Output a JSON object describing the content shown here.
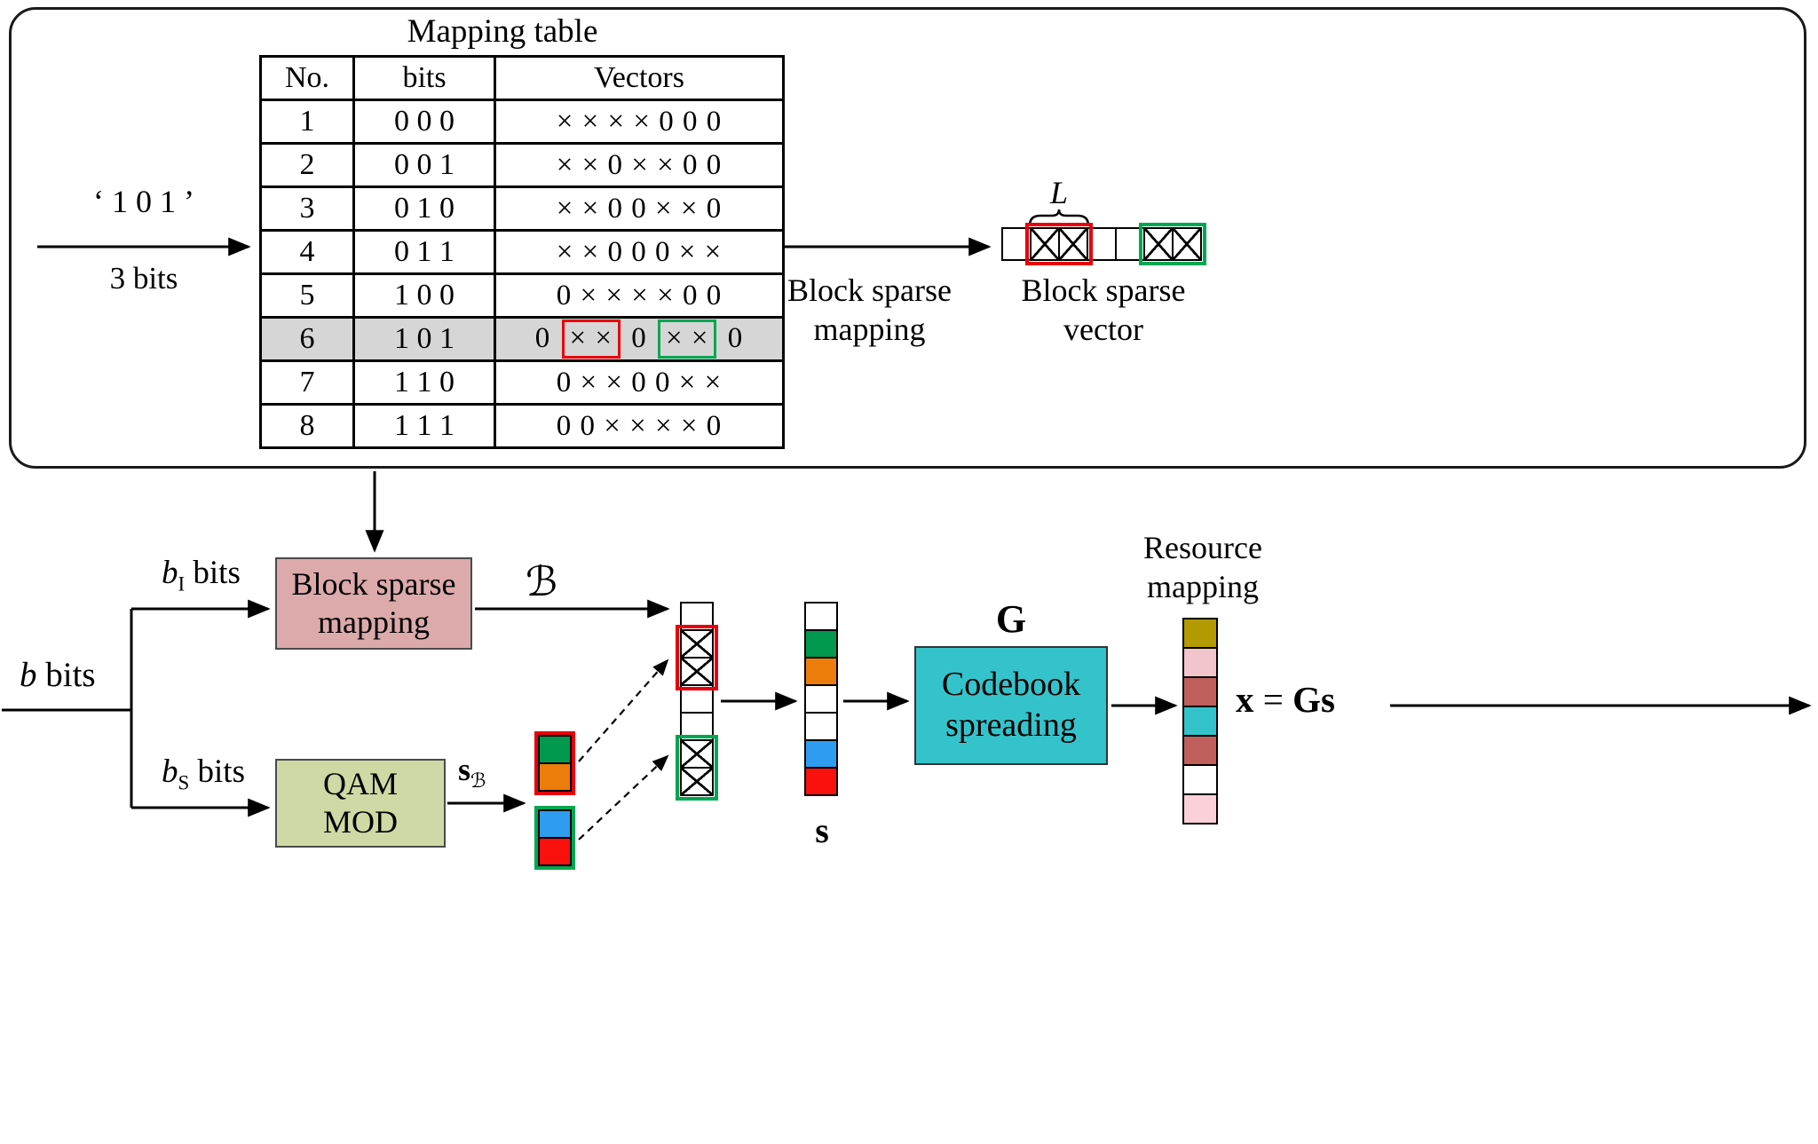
{
  "top_panel": {
    "title": "Mapping table",
    "input": {
      "label": "‘ 1 0 1 ’",
      "sublabel": "3 bits"
    },
    "table": {
      "headers": [
        "No.",
        "bits",
        "Vectors"
      ],
      "rows": [
        {
          "no": "1",
          "bits": "0 0 0",
          "vector": "× × × × 0 0 0",
          "highlight": false
        },
        {
          "no": "2",
          "bits": "0 0 1",
          "vector": "× × 0 × × 0 0",
          "highlight": false
        },
        {
          "no": "3",
          "bits": "0 1 0",
          "vector": "× × 0 0 × × 0",
          "highlight": false
        },
        {
          "no": "4",
          "bits": "0 1 1",
          "vector": "× × 0 0 0 × ×",
          "highlight": false
        },
        {
          "no": "5",
          "bits": "1 0 0",
          "vector": "0 × × × × 0 0",
          "highlight": false
        },
        {
          "no": "6",
          "bits": "1 0 1",
          "highlight": true,
          "vector_parts": [
            {
              "text": "0"
            },
            {
              "text": "× ×",
              "box": "red"
            },
            {
              "text": "0"
            },
            {
              "text": "× ×",
              "box": "green"
            },
            {
              "text": "0"
            }
          ]
        },
        {
          "no": "7",
          "bits": "1 1 0",
          "vector": "0 × × 0 0 × ×",
          "highlight": false
        },
        {
          "no": "8",
          "bits": "1 1 1",
          "vector": "0 0 × × × × 0",
          "highlight": false
        }
      ]
    },
    "arrow_caption": {
      "line1": "Block sparse",
      "line2": "mapping"
    },
    "vector_caption": {
      "line1": "Block sparse",
      "line2": "vector"
    },
    "L_label": "L",
    "sparse_vector_pattern": [
      "empty",
      "x",
      "x",
      "empty",
      "empty",
      "x",
      "x"
    ]
  },
  "flow": {
    "b_bits": {
      "prefix": "b",
      "suffix": " bits"
    },
    "bI_bits": {
      "prefix": "b",
      "sub": "I",
      "suffix": " bits"
    },
    "bS_bits": {
      "prefix": "b",
      "sub": "S",
      "suffix": " bits"
    },
    "block_sparse_box": {
      "line1": "Block sparse",
      "line2": "mapping"
    },
    "qam_box": {
      "line1": "QAM",
      "line2": "MOD"
    },
    "codebook_box": {
      "line1": "Codebook",
      "line2": "spreading"
    },
    "B_label": "ℬ",
    "sB_label": {
      "prefix": "s",
      "sub": "ℬ"
    },
    "G_label": "G",
    "s_label": "s",
    "resource_caption": {
      "line1": "Resource",
      "line2": "mapping"
    },
    "output_eq": {
      "lhs": "x",
      "eq": " = ",
      "rhs": "Gs"
    },
    "qam_vector": {
      "red_group": [
        "#00994d",
        "#ec7d0c"
      ],
      "green_group": [
        "#2e9df0",
        "#fa100c"
      ]
    },
    "crossed_vector_pattern": [
      "empty",
      "x",
      "x",
      "empty",
      "empty",
      "x",
      "x"
    ],
    "s_vector": [
      "#ffffff",
      "#00994d",
      "#ec7d0c",
      "#ffffff",
      "#ffffff",
      "#2e9df0",
      "#fa100c"
    ],
    "resource_vector": [
      "#b29a00",
      "#f2c4cc",
      "#c05f5c",
      "#35c3cb",
      "#c05f5c",
      "#ffffff",
      "#fbd0d8"
    ]
  },
  "colors": {
    "red_outline": "#e8000b",
    "green_outline": "#00a651",
    "row_highlight": "#d6d6d6",
    "block_sparse_box_fill": "#dcaaab",
    "qam_box_fill": "#ced9a5",
    "codebook_box_fill": "#35c3cb"
  }
}
